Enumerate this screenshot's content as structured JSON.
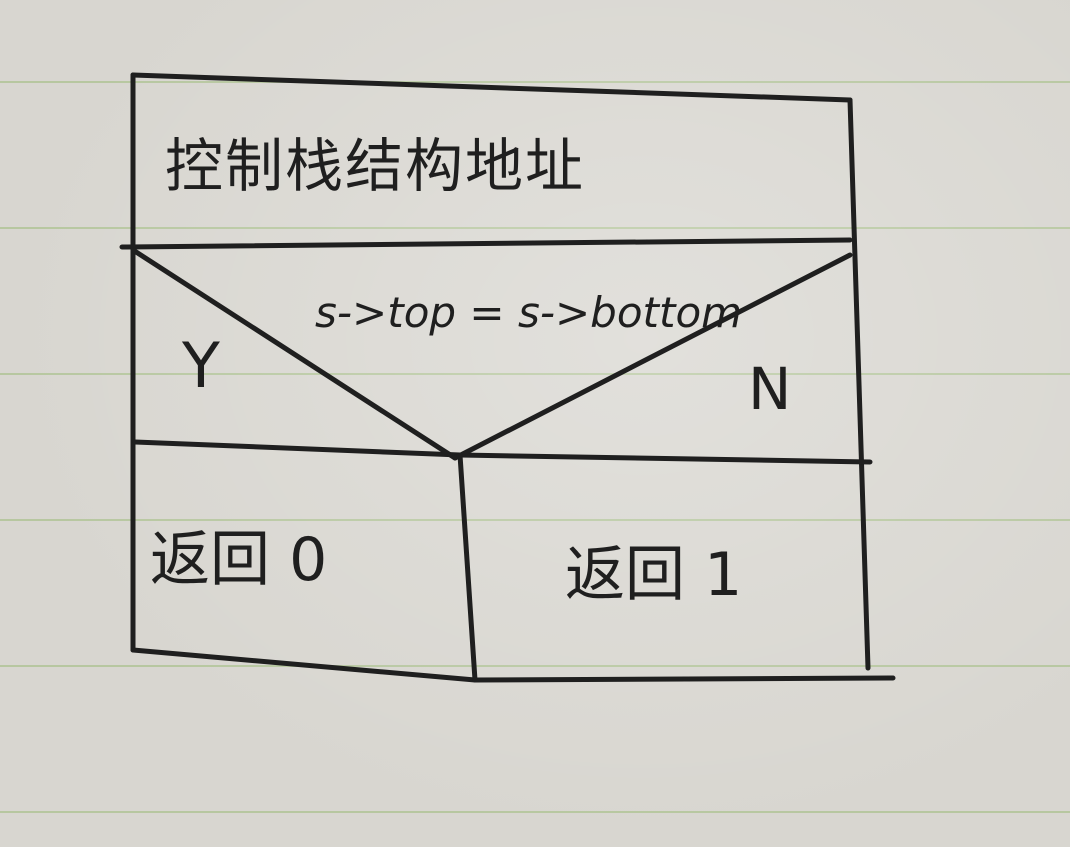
{
  "diagram": {
    "title": "控制栈结构地址",
    "condition": "s->top = s->bottom",
    "branch_yes_label": "Y",
    "branch_no_label": "N",
    "action_yes": "返回 0",
    "action_no": "返回 1"
  },
  "colors": {
    "ink": "#1f1f1f",
    "paper": "#d8d6d0",
    "rule_line": "#b7c7a0"
  }
}
